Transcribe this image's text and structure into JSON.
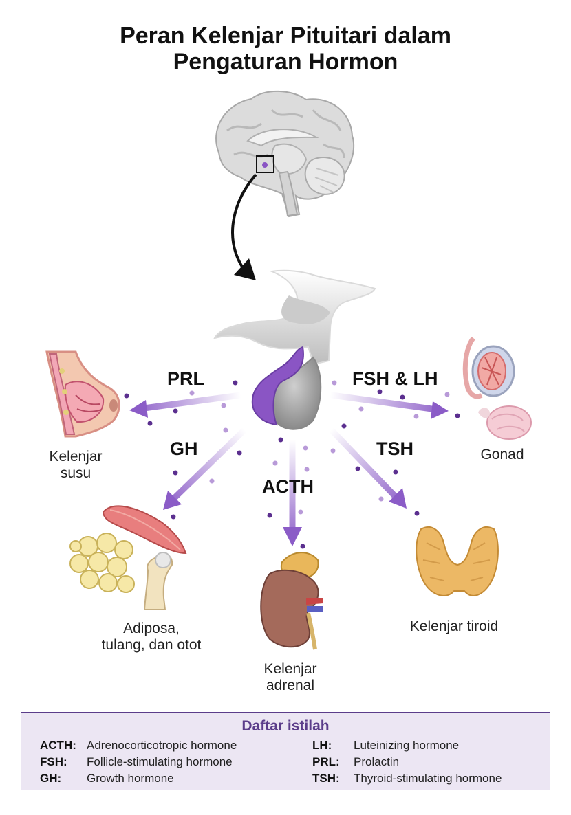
{
  "title_line1": "Peran Kelenjar Pituitari dalam",
  "title_line2": "Pengaturan Hormon",
  "hormones": {
    "prl": "PRL",
    "fsh_lh": "FSH & LH",
    "gh": "GH",
    "acth": "ACTH",
    "tsh": "TSH"
  },
  "targets": {
    "mammary_line1": "Kelenjar",
    "mammary_line2": "susu",
    "gonad": "Gonad",
    "adipose_line1": "Adiposa,",
    "adipose_line2": "tulang, dan otot",
    "adrenal_line1": "Kelenjar",
    "adrenal_line2": "adrenal",
    "thyroid": "Kelenjar tiroid"
  },
  "glossary": {
    "title": "Daftar istilah",
    "entries": [
      {
        "abbr": "ACTH:",
        "def": "Adrenocorticotropic hormone"
      },
      {
        "abbr": "FSH:",
        "def": "Follicle-stimulating hormone"
      },
      {
        "abbr": "GH:",
        "def": "Growth hormone"
      },
      {
        "abbr": "LH:",
        "def": "Luteinizing hormone"
      },
      {
        "abbr": "PRL:",
        "def": "Prolactin"
      },
      {
        "abbr": "TSH:",
        "def": "Thyroid-stimulating hormone"
      }
    ]
  },
  "colors": {
    "arrow_purple": "#8b5cc7",
    "pituitary_anterior": "#8a55c4",
    "pituitary_posterior": "#a3a3a3",
    "glossary_bg": "#ece6f3",
    "glossary_border": "#5b3d8a"
  }
}
